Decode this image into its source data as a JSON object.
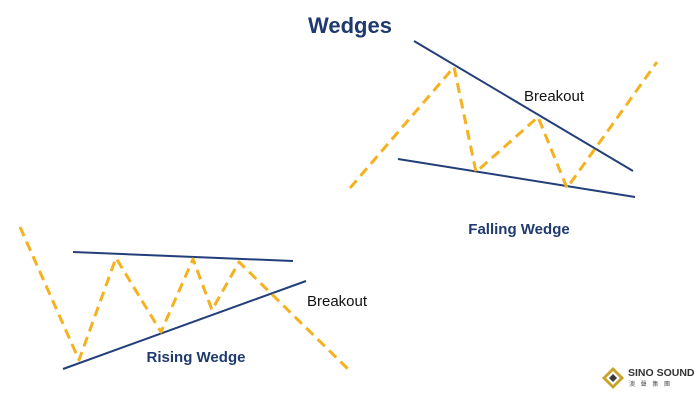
{
  "title": "Wedges",
  "falling_wedge": {
    "caption": "Falling Wedge",
    "breakout_label": "Breakout"
  },
  "rising_wedge": {
    "caption": "Rising Wedge",
    "breakout_label": "Breakout"
  },
  "logo": {
    "name": "SINO SOUND",
    "subtitle": "澳 聲 集 團",
    "icon": "diamond-logo-icon"
  },
  "colors": {
    "title": "#1f3a6e",
    "caption": "#1f3a6e",
    "trend_line": "#233f7a",
    "price_path": "#f5b120"
  }
}
